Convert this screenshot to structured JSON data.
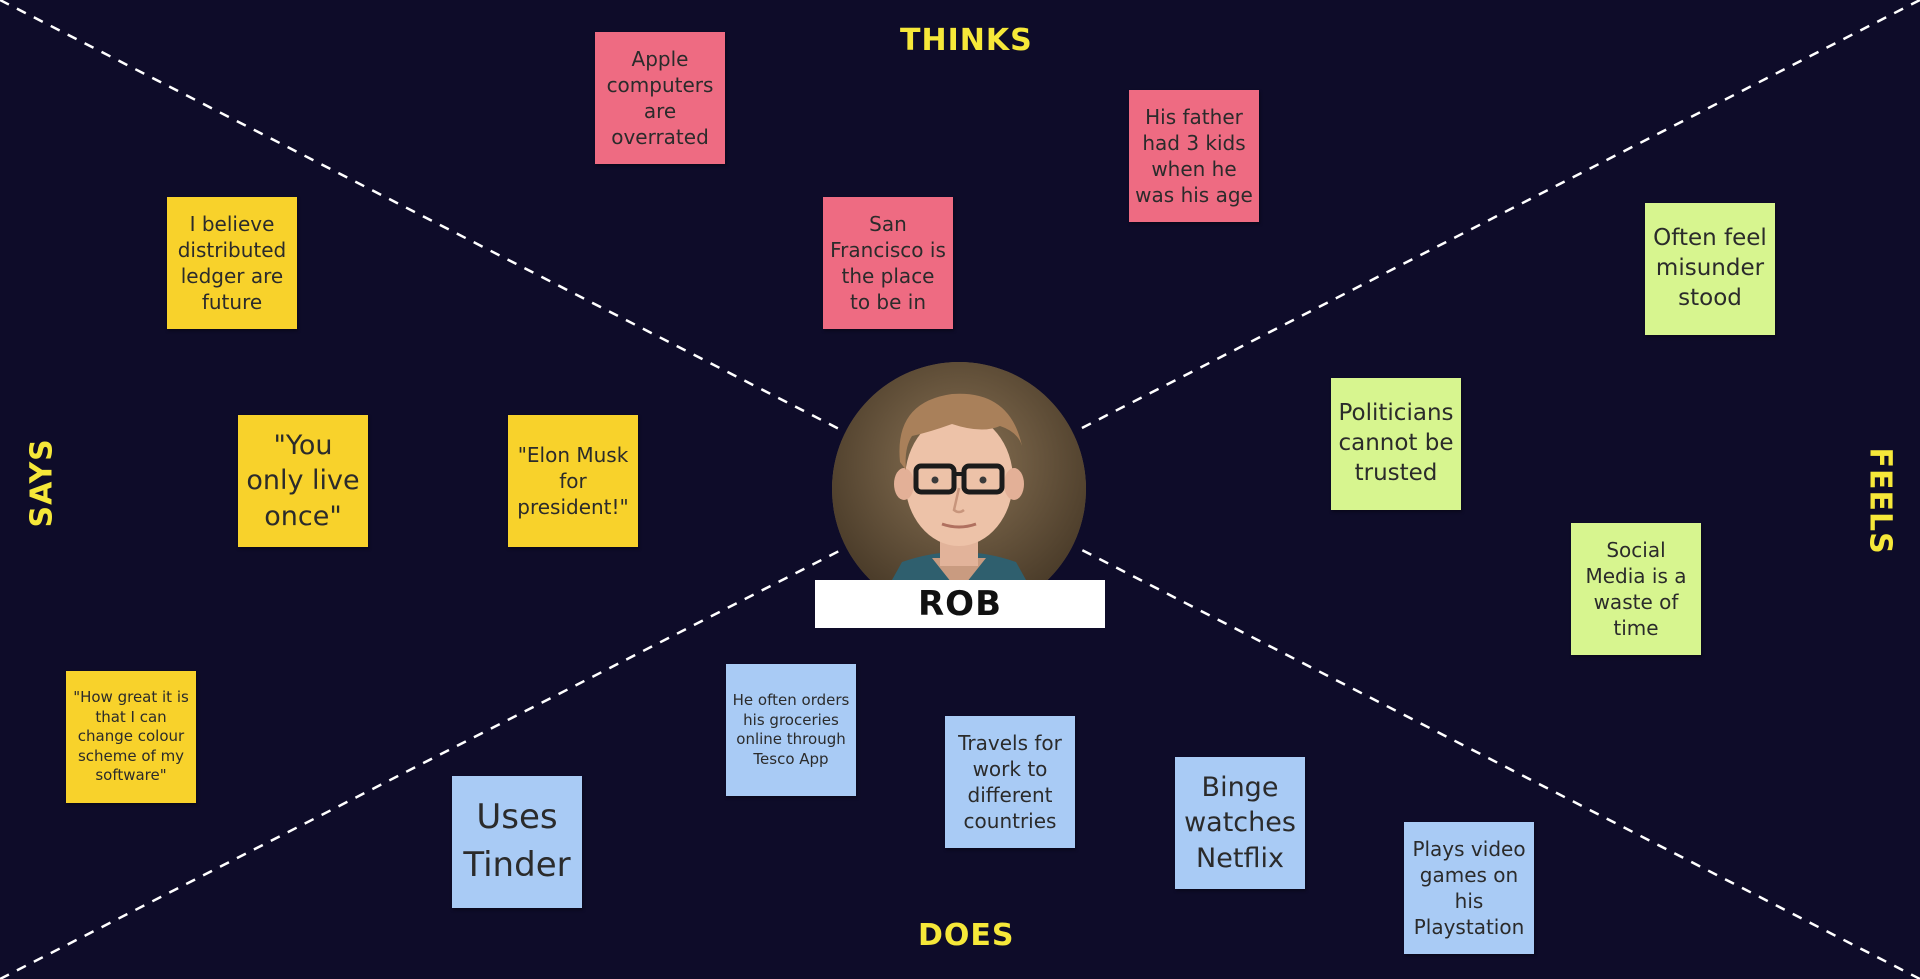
{
  "labels": {
    "thinks": "THINKS",
    "says": "SAYS",
    "feels": "FEELS",
    "does": "DOES"
  },
  "persona": {
    "name": "ROB"
  },
  "notes": {
    "thinks": [
      "Apple computers are overrated",
      "His father had 3 kids when he was his age",
      "San Francisco is the place to be in"
    ],
    "says": [
      "I believe distributed ledger are future",
      "\"You only live once\"",
      "\"Elon Musk for president!\"",
      "\"How great it is that I can change colour scheme of my software\""
    ],
    "feels": [
      "Often feel misunder stood",
      "Politicians cannot be trusted",
      "Social Media is a waste of time"
    ],
    "does": [
      "He often orders his groceries online through Tesco App",
      "Uses Tinder",
      "Travels for work to different countries",
      "Binge watches Netflix",
      "Plays video games on his Playstation"
    ]
  },
  "colors": {
    "background": "#0e0c29",
    "label": "#f6e839",
    "thinks_note": "#ee6b82",
    "says_note": "#f8d22b",
    "feels_note": "#d7f58f",
    "does_note": "#a9cbf5"
  }
}
